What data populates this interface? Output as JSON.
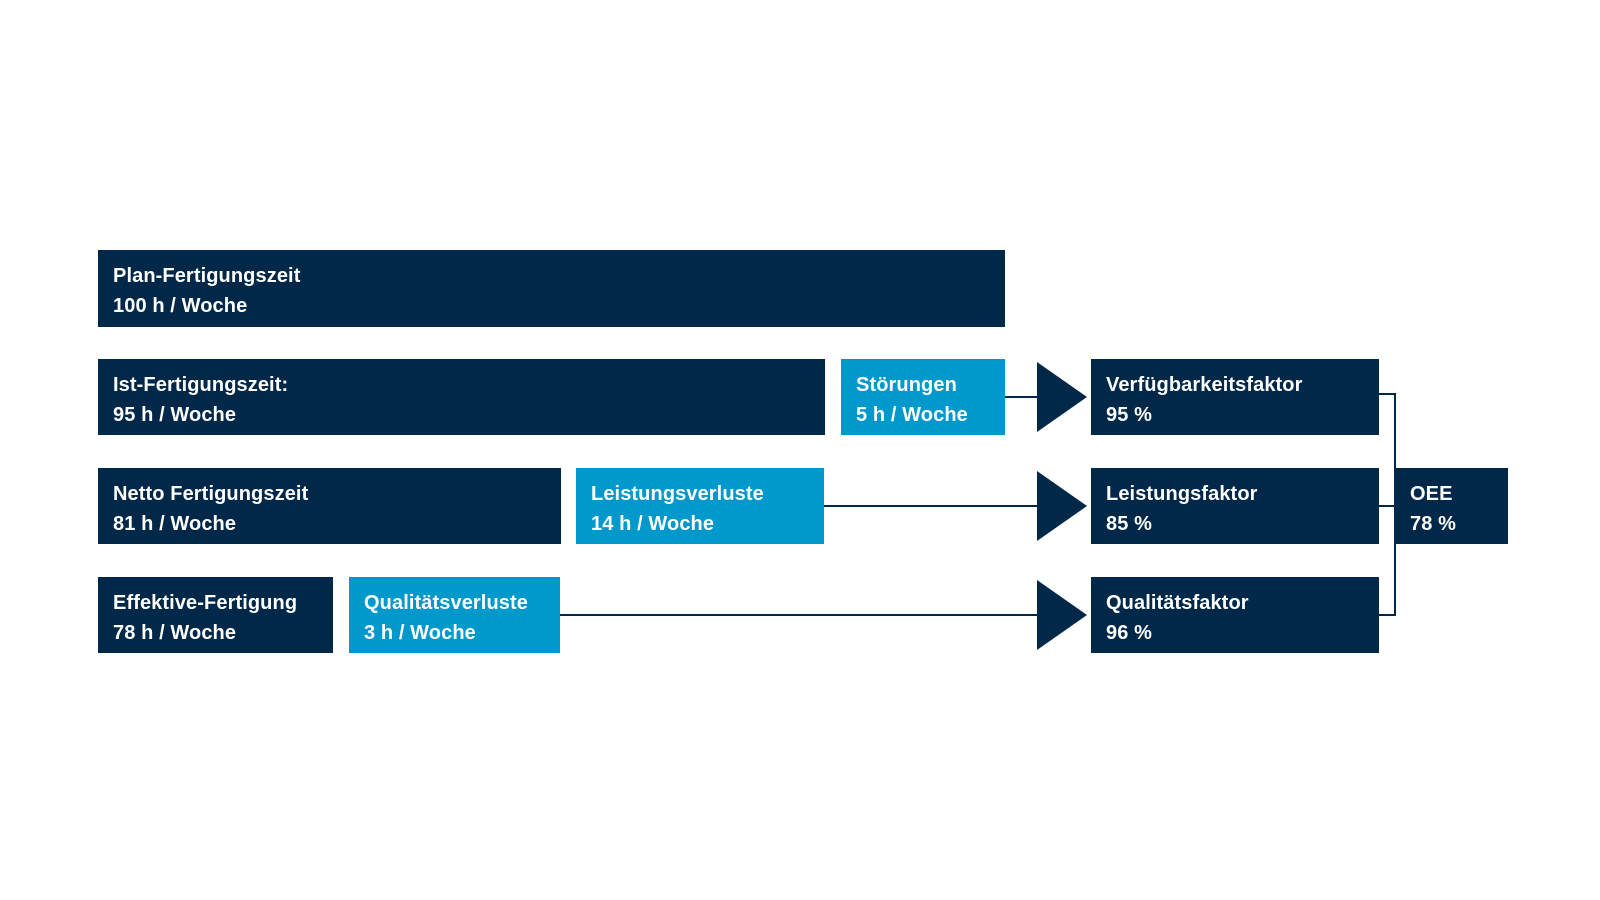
{
  "rows": {
    "plan": {
      "title": "Plan-Fertigungszeit",
      "value": "100 h / Woche"
    },
    "ist": {
      "title": "Ist-Fertigungszeit:",
      "value": "95 h / Woche"
    },
    "stoerungen": {
      "title": "Störungen",
      "value": "5 h / Woche"
    },
    "netto": {
      "title": "Netto Fertigungszeit",
      "value": "81 h / Woche"
    },
    "leistungsverluste": {
      "title": "Leistungsverluste",
      "value": "14 h / Woche"
    },
    "effektiv": {
      "title": "Effektive-Fertigung",
      "value": "78 h / Woche"
    },
    "qualitaetsverluste": {
      "title": "Qualitätsverluste",
      "value": "3 h / Woche"
    }
  },
  "factors": {
    "verfuegbarkeit": {
      "title": "Verfügbarkeitsfaktor",
      "value": "95 %"
    },
    "leistung": {
      "title": "Leistungsfaktor",
      "value": "85 %"
    },
    "qualitaet": {
      "title": "Qualitätsfaktor",
      "value": "96 %"
    }
  },
  "result": {
    "title": "OEE",
    "value": "78 %"
  },
  "colors": {
    "dark_navy": "#012749",
    "accent_blue": "#0198cc",
    "background": "#ffffff"
  }
}
